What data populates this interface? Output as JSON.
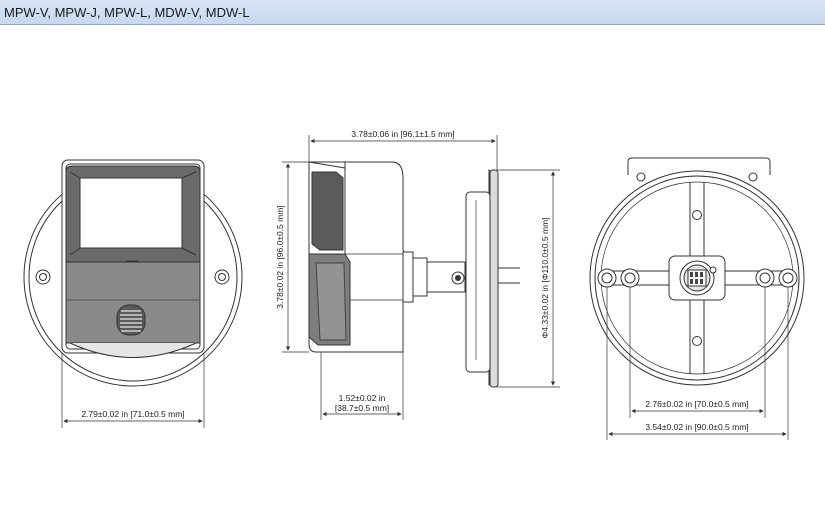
{
  "header": {
    "title": "MPW-V, MPW-J, MPW-L, MDW-V, MDW-L"
  },
  "dimensions": {
    "front_width": "2.79±0.02 in [71.0±0.5 mm]",
    "side_width": "3.78±0.06 in [96.1±1.5 mm]",
    "side_height": "3.78±0.02 in [96.0±0.5 mm]",
    "side_depth_in": "1.52±0.02 in",
    "side_depth_mm": "[38.7±0.5 mm]",
    "side_diameter": "Φ4.33±0.02 in [Φ110.0±0.5 mm]",
    "back_hole_spacing": "2.76±0.02 in [70.0±0.5 mm]",
    "back_width": "3.54±0.02 in [90.0±0.5 mm]"
  }
}
